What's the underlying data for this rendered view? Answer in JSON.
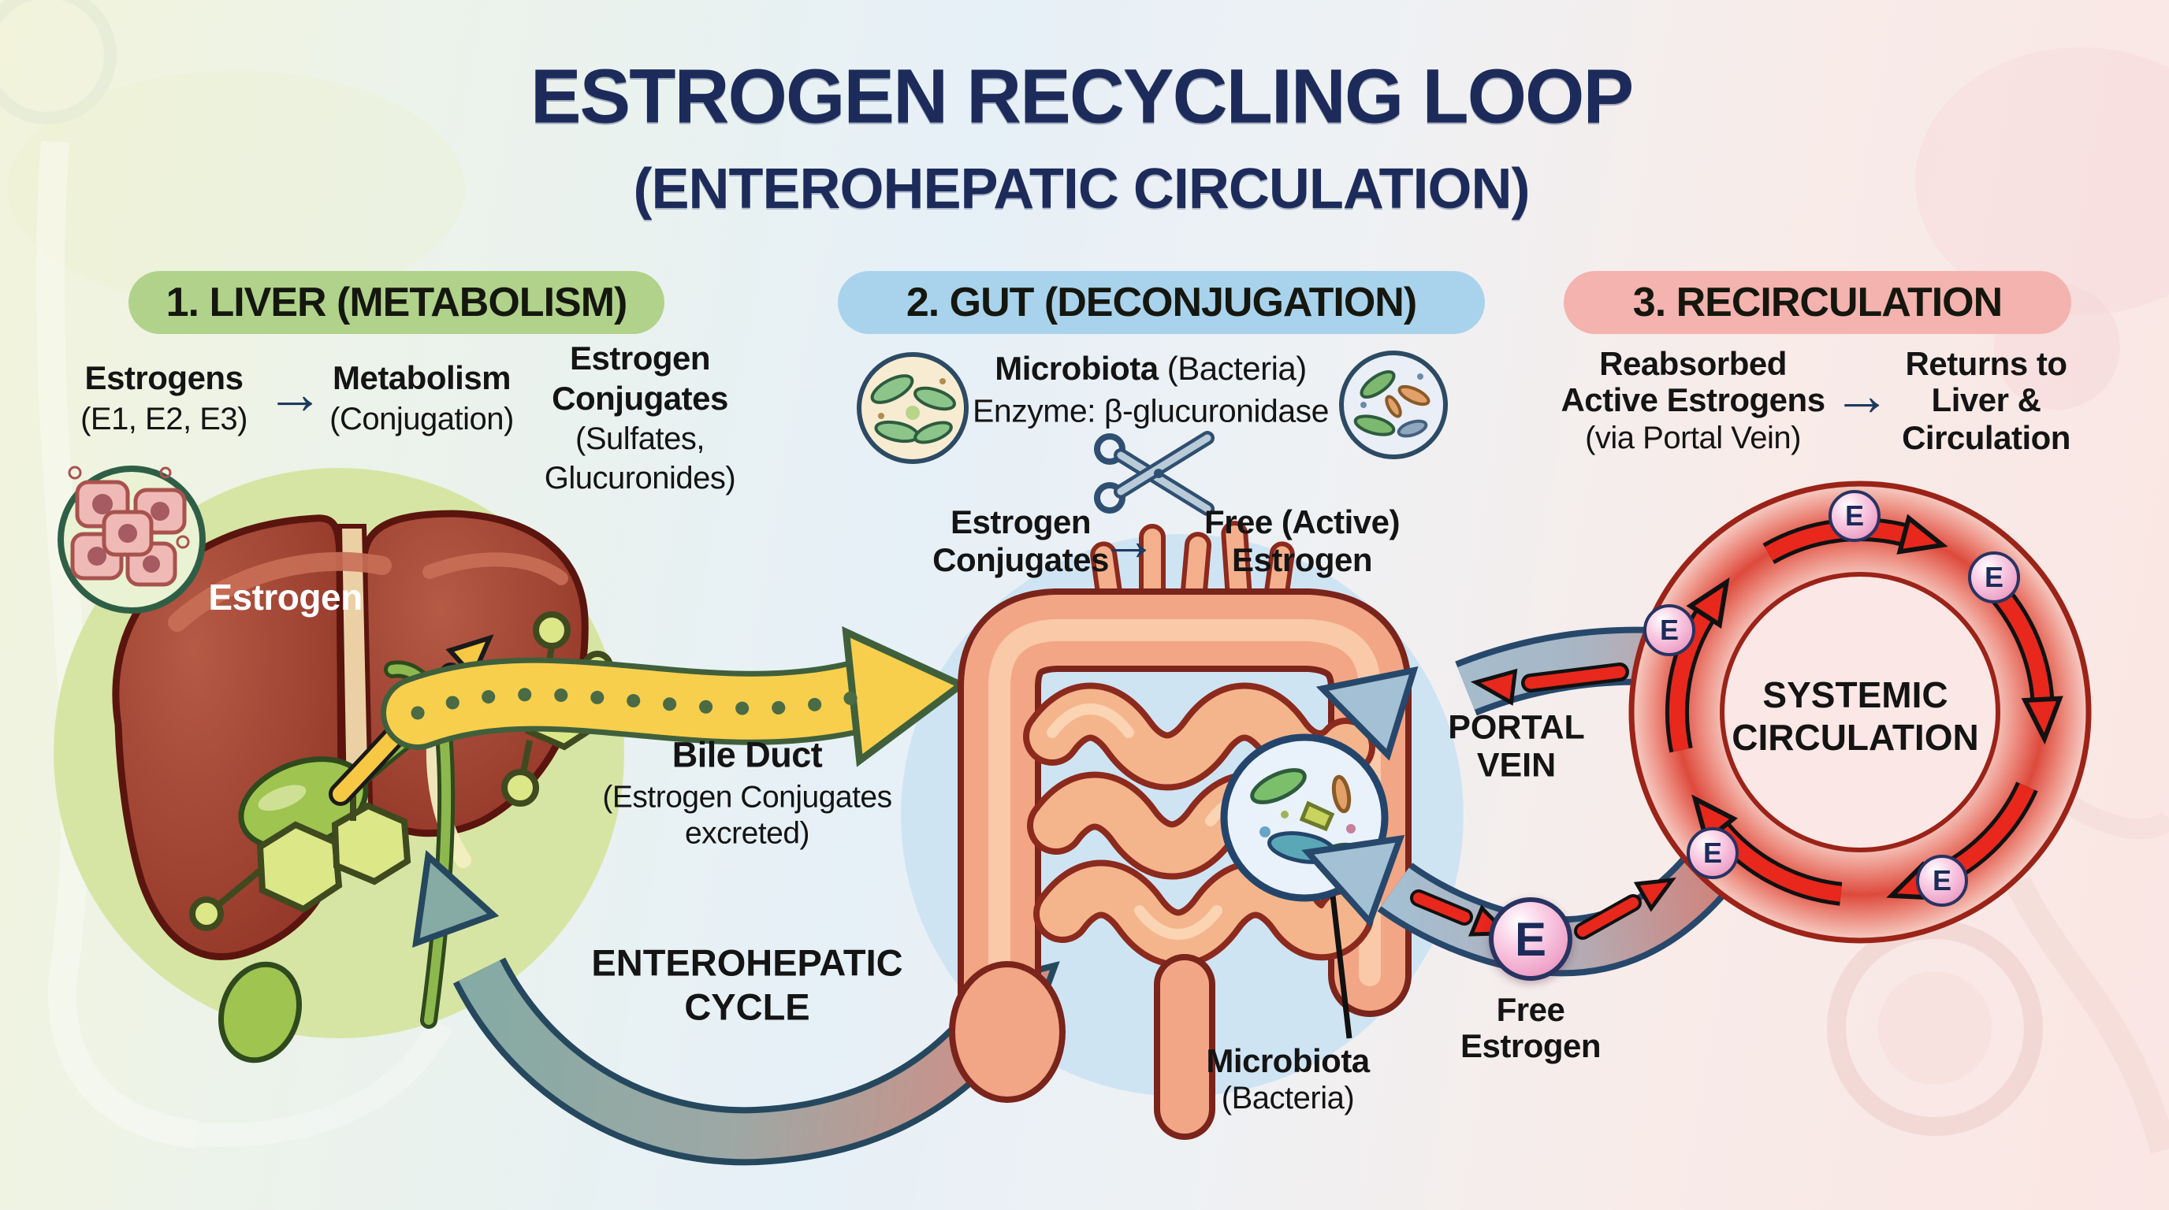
{
  "title": {
    "line1": "ESTROGEN RECYCLING LOOP",
    "line2": "(ENTEROHEPATIC CIRCULATION)"
  },
  "glyphs": {
    "arrow_right": "→",
    "e_badge": "E"
  },
  "sections": {
    "liver": {
      "header": "1. LIVER (METABOLISM)",
      "step1_title": "Estrogens",
      "step1_sub": "(E1, E2, E3)",
      "step2_title": "Metabolism",
      "step2_sub": "(Conjugation)",
      "result_line1": "Estrogen",
      "result_line2": "Conjugates",
      "result_line3": "(Sulfates,",
      "result_line4": "Glucuronides)"
    },
    "gut": {
      "header": "2. GUT (DECONJUGATION)",
      "microbiota_bold": "Microbiota",
      "microbiota_paren": " (Bacteria)",
      "enzyme": "Enzyme: β-glucuronidase",
      "conv_from_line1": "Estrogen",
      "conv_from_line2": "Conjugates",
      "conv_to_line1": "Free (Active)",
      "conv_to_line2": "Estrogen"
    },
    "recirculation": {
      "header": "3. RECIRCULATION",
      "from_line1": "Reabsorbed",
      "from_line2": "Active Estrogens",
      "from_line3": "(via Portal Vein)",
      "to_line1": "Returns to",
      "to_line2": "Liver &",
      "to_line3": "Circulation"
    }
  },
  "labels": {
    "estrogen_on_liver": "Estrogen",
    "bile_duct_title": "Bile Duct",
    "bile_duct_sub1": "(Estrogen Conjugates",
    "bile_duct_sub2": "excreted)",
    "enterohepatic_line1": "ENTEROHEPATIC",
    "enterohepatic_line2": "CYCLE",
    "portal_vein_line1": "PORTAL",
    "portal_vein_line2": "VEIN",
    "systemic_line1": "SYSTEMIC",
    "systemic_line2": "CIRCULATION",
    "free_estrogen_line1": "Free",
    "free_estrogen_line2": "Estrogen",
    "microbiota_bottom_bold": "Microbiota",
    "microbiota_bottom_sub": "(Bacteria)"
  },
  "icons": {
    "scissors": "scissors-icon",
    "bacteria_left": "bacteria-circle-icon",
    "bacteria_right": "bacteria-circle-icon",
    "microbiota_magnifier": "bacteria-magnifier-icon",
    "liver": "liver-illustration",
    "gut": "intestines-illustration",
    "cell_cluster": "cell-cluster-icon"
  },
  "colors": {
    "navy_title": "#1c2b5a",
    "green_pill": "#b0d28b",
    "blue_pill": "#a9d3ec",
    "pink_pill": "#f4b3ae",
    "red_arrow": "#e8271d",
    "teal_band": "#9cb8cc",
    "yellow_arrow": "#f6cf4e",
    "ring_red": "#dd4a3c",
    "liver_red": "#9c3c2e",
    "gut_salmon": "#f2a685"
  }
}
